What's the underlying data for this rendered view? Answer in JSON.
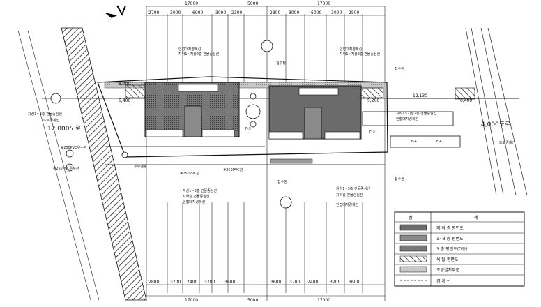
{
  "dims": {
    "top_total_left": "17000",
    "top_total_mid": "5000",
    "top_total_right": "17000",
    "top_left": [
      "2700",
      "3000",
      "6000",
      "3000",
      "2300"
    ],
    "top_right": [
      "2300",
      "3000",
      "6000",
      "3000",
      "2500"
    ],
    "bottom_left": [
      "2800",
      "3700",
      "2400",
      "3700",
      "3600"
    ],
    "bottom_right": [
      "3600",
      "3700",
      "2400",
      "3700",
      "3600"
    ],
    "bottom_total_left": "17000",
    "bottom_total_mid": "5000",
    "bottom_total_right": "17000",
    "road_12": "12,130",
    "d6700": "6,700",
    "d6400": "6,400",
    "d5200": "5,200",
    "d6400b": "6,400"
  },
  "roads": {
    "left": "12,000도로",
    "right": "4,000도로"
  },
  "labels": {
    "l1": "인접대지경계선",
    "l2": "지하1~지상2층 건물중심선",
    "l3": "인접대지경계선",
    "l4": "지하1~지상2층 건물중심선",
    "l5": "집수정",
    "l6": "집수정",
    "l7": "지상1~3층 건물중심선",
    "l8": "도로경계선",
    "l9": "지하1~지상2층 건물중심선",
    "l10": "인접대지경계선",
    "l11": "도로경계선",
    "l12": "#250PVC우수관",
    "l13": "#250PVC우수관",
    "l14": "우수맨홀",
    "l15": "#250PVC관",
    "l16": "#250PVC관",
    "l17": "집수정",
    "l18": "집수정",
    "l19": "지상1~3층 건물중심선",
    "l20": "지하층 건물중심선",
    "l21": "인접대지경계선",
    "l22": "지하1~3층 건물중심선",
    "l23": "지하층 건물중심선",
    "l24": "인접대지경계선",
    "l25": "F-4",
    "l26": "F-4",
    "l27": "F-3",
    "l28": "F-3"
  },
  "legend": {
    "header_left": "범",
    "header_right": "례",
    "items": [
      "지 하 층 평면도",
      "1~3 층 평면도",
      "3 층 평면도(D동)",
      "옥 탑 평면도",
      "조경설치부분",
      "경 계 선"
    ]
  },
  "colors": {
    "dark_fill": "#6b6b6b",
    "mid_fill": "#8a8a8a",
    "light_fill": "#bdbdbd",
    "ink": "#111111"
  }
}
